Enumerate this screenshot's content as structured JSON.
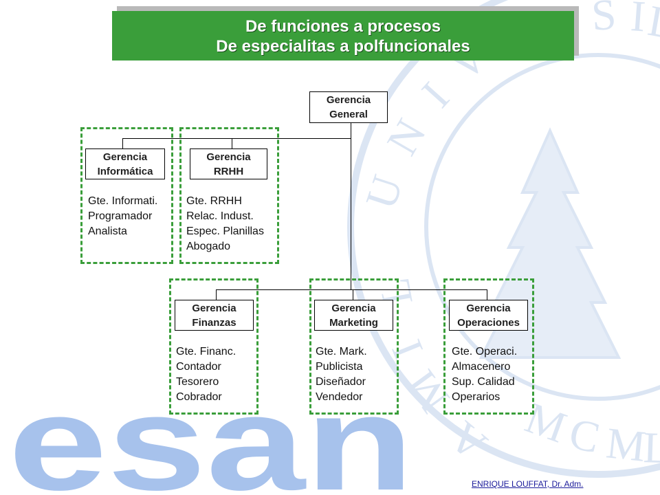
{
  "title": {
    "line1": "De funciones a procesos",
    "line2": "De especialitas a polfuncionales"
  },
  "org": {
    "top": {
      "line1": "Gerencia",
      "line2": "General"
    },
    "units": [
      {
        "line1": "Gerencia",
        "line2": "Informática",
        "roles": [
          "Gte. Informati.",
          "Programador",
          "Analista"
        ]
      },
      {
        "line1": "Gerencia",
        "line2": "RRHH",
        "roles": [
          "Gte. RRHH",
          "Relac. Indust.",
          "Espec. Planillas",
          "Abogado"
        ]
      },
      {
        "line1": "Gerencia",
        "line2": "Finanzas",
        "roles": [
          "Gte. Financ.",
          "Contador",
          "Tesorero",
          "Cobrador"
        ]
      },
      {
        "line1": "Gerencia",
        "line2": "Marketing",
        "roles": [
          "Gte. Mark.",
          "Publicista",
          "Diseñador",
          "Vendedor"
        ]
      },
      {
        "line1": "Gerencia",
        "line2": "Operaciones",
        "roles": [
          "Gte. Operaci.",
          "Almacenero",
          "Sup. Calidad",
          "Operarios"
        ]
      }
    ]
  },
  "logo_text": "esan",
  "seal_text": "UNIVERSIDAD LIMA MCMLXII",
  "footer": "ENRIQUE LOUFFAT, Dr. Adm.",
  "colors": {
    "title_bg": "#3a9e3a",
    "dash_border": "#3a9e3a",
    "logo": "#a7c2ec",
    "seal": "#dbe5f3",
    "footer_text": "#1a1a9a"
  }
}
